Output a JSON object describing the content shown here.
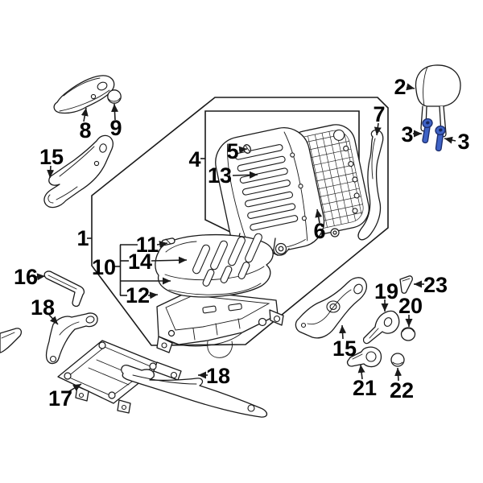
{
  "figure": {
    "alt": "Exploded parts line diagram of a vehicle front seat assembly with numbered callouts"
  },
  "colors": {
    "background": "#ffffff",
    "line": "#1a1a1a",
    "label": "#000000",
    "highlight_fill": "#3f63c6",
    "highlight_stroke": "#1d2f6f"
  },
  "callouts": [
    {
      "id": "1",
      "text": "1"
    },
    {
      "id": "2",
      "text": "2"
    },
    {
      "id": "3a",
      "text": "3"
    },
    {
      "id": "3b",
      "text": "3"
    },
    {
      "id": "4",
      "text": "4"
    },
    {
      "id": "5",
      "text": "5"
    },
    {
      "id": "6",
      "text": "6"
    },
    {
      "id": "7",
      "text": "7"
    },
    {
      "id": "8",
      "text": "8"
    },
    {
      "id": "9",
      "text": "9"
    },
    {
      "id": "10",
      "text": "10"
    },
    {
      "id": "11",
      "text": "11"
    },
    {
      "id": "12",
      "text": "12"
    },
    {
      "id": "13",
      "text": "13"
    },
    {
      "id": "14",
      "text": "14"
    },
    {
      "id": "15-left",
      "text": "15"
    },
    {
      "id": "15-right",
      "text": "15"
    },
    {
      "id": "16",
      "text": "16"
    },
    {
      "id": "17",
      "text": "17"
    },
    {
      "id": "18-left",
      "text": "18"
    },
    {
      "id": "18-right",
      "text": "18"
    },
    {
      "id": "19",
      "text": "19"
    },
    {
      "id": "20",
      "text": "20"
    },
    {
      "id": "21",
      "text": "21"
    },
    {
      "id": "22",
      "text": "22"
    },
    {
      "id": "23",
      "text": "23"
    }
  ]
}
